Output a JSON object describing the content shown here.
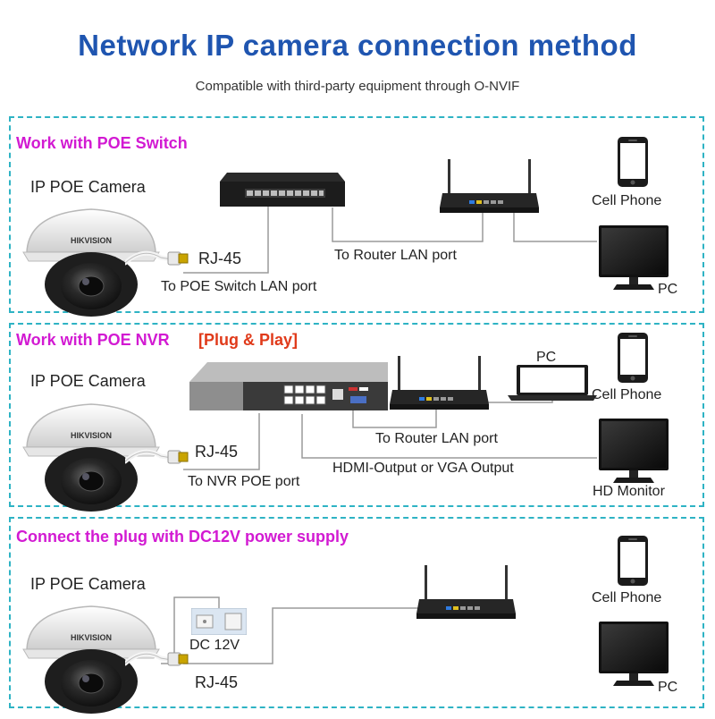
{
  "header": {
    "title": "Network IP camera connection method",
    "subtitle": "Compatible with third-party equipment through O-NVIF"
  },
  "brand": "HIKVISION",
  "colors": {
    "title": "#1f55b0",
    "section_title": "#d21ad2",
    "plug_play": "#e03a1a",
    "panel_border": "#2eb3c4"
  },
  "section1": {
    "title": "Work with POE Switch",
    "camera_label": "IP POE Camera",
    "rj45_label": "RJ-45",
    "switch_port_label": "To POE Switch LAN port",
    "router_port_label": "To Router LAN port",
    "cell_phone_label": "Cell Phone",
    "pc_label": "PC",
    "icons": [
      "dome-camera-icon",
      "poe-switch-icon",
      "router-icon",
      "cell-phone-icon",
      "monitor-icon"
    ]
  },
  "section2": {
    "title": "Work with POE NVR",
    "plug_play": "[Plug & Play]",
    "camera_label": "IP POE Camera",
    "rj45_label": "RJ-45",
    "nvr_port_label": "To NVR POE port",
    "router_port_label": "To Router LAN port",
    "hdmi_label": "HDMI-Output or VGA Output",
    "pc_label": "PC",
    "cell_phone_label": "Cell Phone",
    "monitor_label": "HD Monitor",
    "icons": [
      "dome-camera-icon",
      "nvr-icon",
      "router-icon",
      "laptop-icon",
      "cell-phone-icon",
      "monitor-icon"
    ]
  },
  "section3": {
    "title": "Connect the plug with DC12V power supply",
    "camera_label": "IP POE Camera",
    "dc_label": "DC 12V",
    "rj45_label": "RJ-45",
    "cell_phone_label": "Cell Phone",
    "pc_label": "PC",
    "icons": [
      "dome-camera-icon",
      "power-adapter-icon",
      "router-icon",
      "cell-phone-icon",
      "monitor-icon"
    ]
  }
}
